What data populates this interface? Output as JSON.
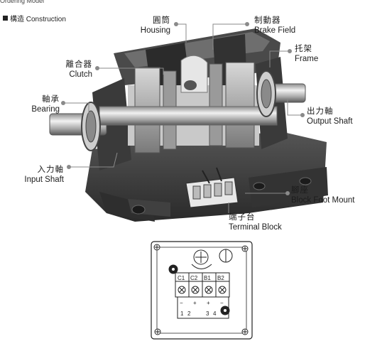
{
  "header": {
    "cropped_text": "Ordering Model",
    "section": "構造 Construction"
  },
  "labels": {
    "housing": {
      "cn": "圓筒",
      "en": "Housing"
    },
    "brake_field": {
      "cn": "制動器",
      "en": "Brake Field"
    },
    "frame": {
      "cn": "托架",
      "en": "Frame"
    },
    "clutch": {
      "cn": "離合器",
      "en": "Clutch"
    },
    "bearing": {
      "cn": "軸承",
      "en": "Bearing"
    },
    "output_shaft": {
      "cn": "出力軸",
      "en": "Output Shaft"
    },
    "input_shaft": {
      "cn": "入力軸",
      "en": "Input Shaft"
    },
    "block_foot": {
      "cn": "腳座",
      "en": "Block Foot Mount"
    },
    "terminal_block": {
      "cn": "端子台",
      "en": "Terminal Block"
    }
  },
  "terminal_diagram": {
    "pins": [
      "C1",
      "C2",
      "B1",
      "B2"
    ],
    "signs": [
      "−",
      "+",
      "+",
      "−"
    ],
    "numbers": [
      "1",
      "2",
      "3",
      "4"
    ]
  },
  "colors": {
    "body": "#3a3a3a",
    "steel": "#b9b9b9",
    "leader": "#8a8a8a"
  }
}
